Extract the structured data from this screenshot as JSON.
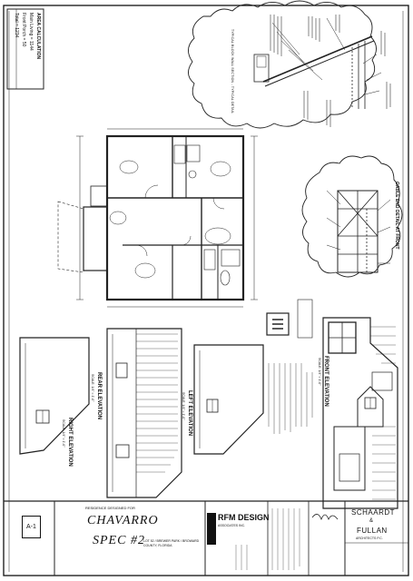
{
  "area_calc": {
    "title": "AREA CALCULATION",
    "rows": [
      {
        "label": "Main Living",
        "value": "1144"
      },
      {
        "label": "Front Porch",
        "value": "50"
      },
      {
        "label": "Total",
        "value": "1234"
      }
    ]
  },
  "drawings": {
    "wall_section": "TYPICAL BLOCK WALL SECTION - TYPICAL DETAIL",
    "gable_detail": "GABLE END DETAIL AT FRONT",
    "right_elev": "RIGHT ELEVATION",
    "rear_elev": "REAR ELEVATION",
    "left_elev": "LEFT ELEVATION",
    "front_elev": "FRONT ELEVATION",
    "scale": "SCALE: 1/4\" = 1'-0\""
  },
  "title_block": {
    "residence_for": "RESIDENCE DESIGNED FOR",
    "project_name": "CHAVARRO",
    "project_sub": "SPEC #2",
    "lot_info": "LOT 52 / BREWER PARK / BROWARD COUNTY, FLORIDA",
    "firm_name": "RFM DESIGN",
    "firm_sub": "ASSOCIATES INC.",
    "architect_1": "SCHAARDT",
    "architect_amp": "&",
    "architect_2": "FULLAN",
    "architect_sub": "ARCHITECTS P.C.",
    "sheet_no": "A-1"
  }
}
